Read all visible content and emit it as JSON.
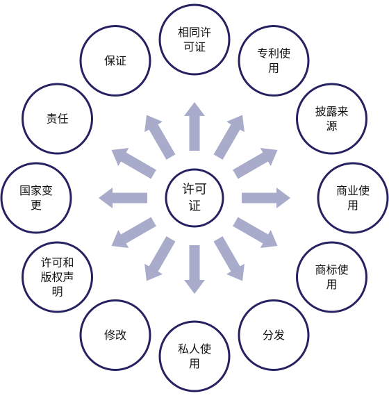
{
  "center": {
    "lines": [
      "许可",
      "证"
    ]
  },
  "nodes": [
    {
      "id": "same-license",
      "lines": [
        "相同许",
        "可证"
      ]
    },
    {
      "id": "patent-use",
      "lines": [
        "专利使",
        "用"
      ]
    },
    {
      "id": "disclose-source",
      "lines": [
        "披露来",
        "源"
      ]
    },
    {
      "id": "commercial-use",
      "lines": [
        "商业使",
        "用"
      ]
    },
    {
      "id": "trademark-use",
      "lines": [
        "商标使",
        "用"
      ]
    },
    {
      "id": "distribution",
      "lines": [
        "分发"
      ]
    },
    {
      "id": "private-use",
      "lines": [
        "私人使",
        "用"
      ]
    },
    {
      "id": "modification",
      "lines": [
        "修改"
      ]
    },
    {
      "id": "license-copyright-notice",
      "lines": [
        "许可和",
        "版权声",
        "明"
      ]
    },
    {
      "id": "state-changes",
      "lines": [
        "国家变",
        "更"
      ]
    },
    {
      "id": "liability",
      "lines": [
        "责任"
      ]
    },
    {
      "id": "warranty",
      "lines": [
        "保证"
      ]
    }
  ],
  "colors": {
    "stroke": "#262261",
    "arrow": "#a9abcb",
    "text": "#111111"
  }
}
